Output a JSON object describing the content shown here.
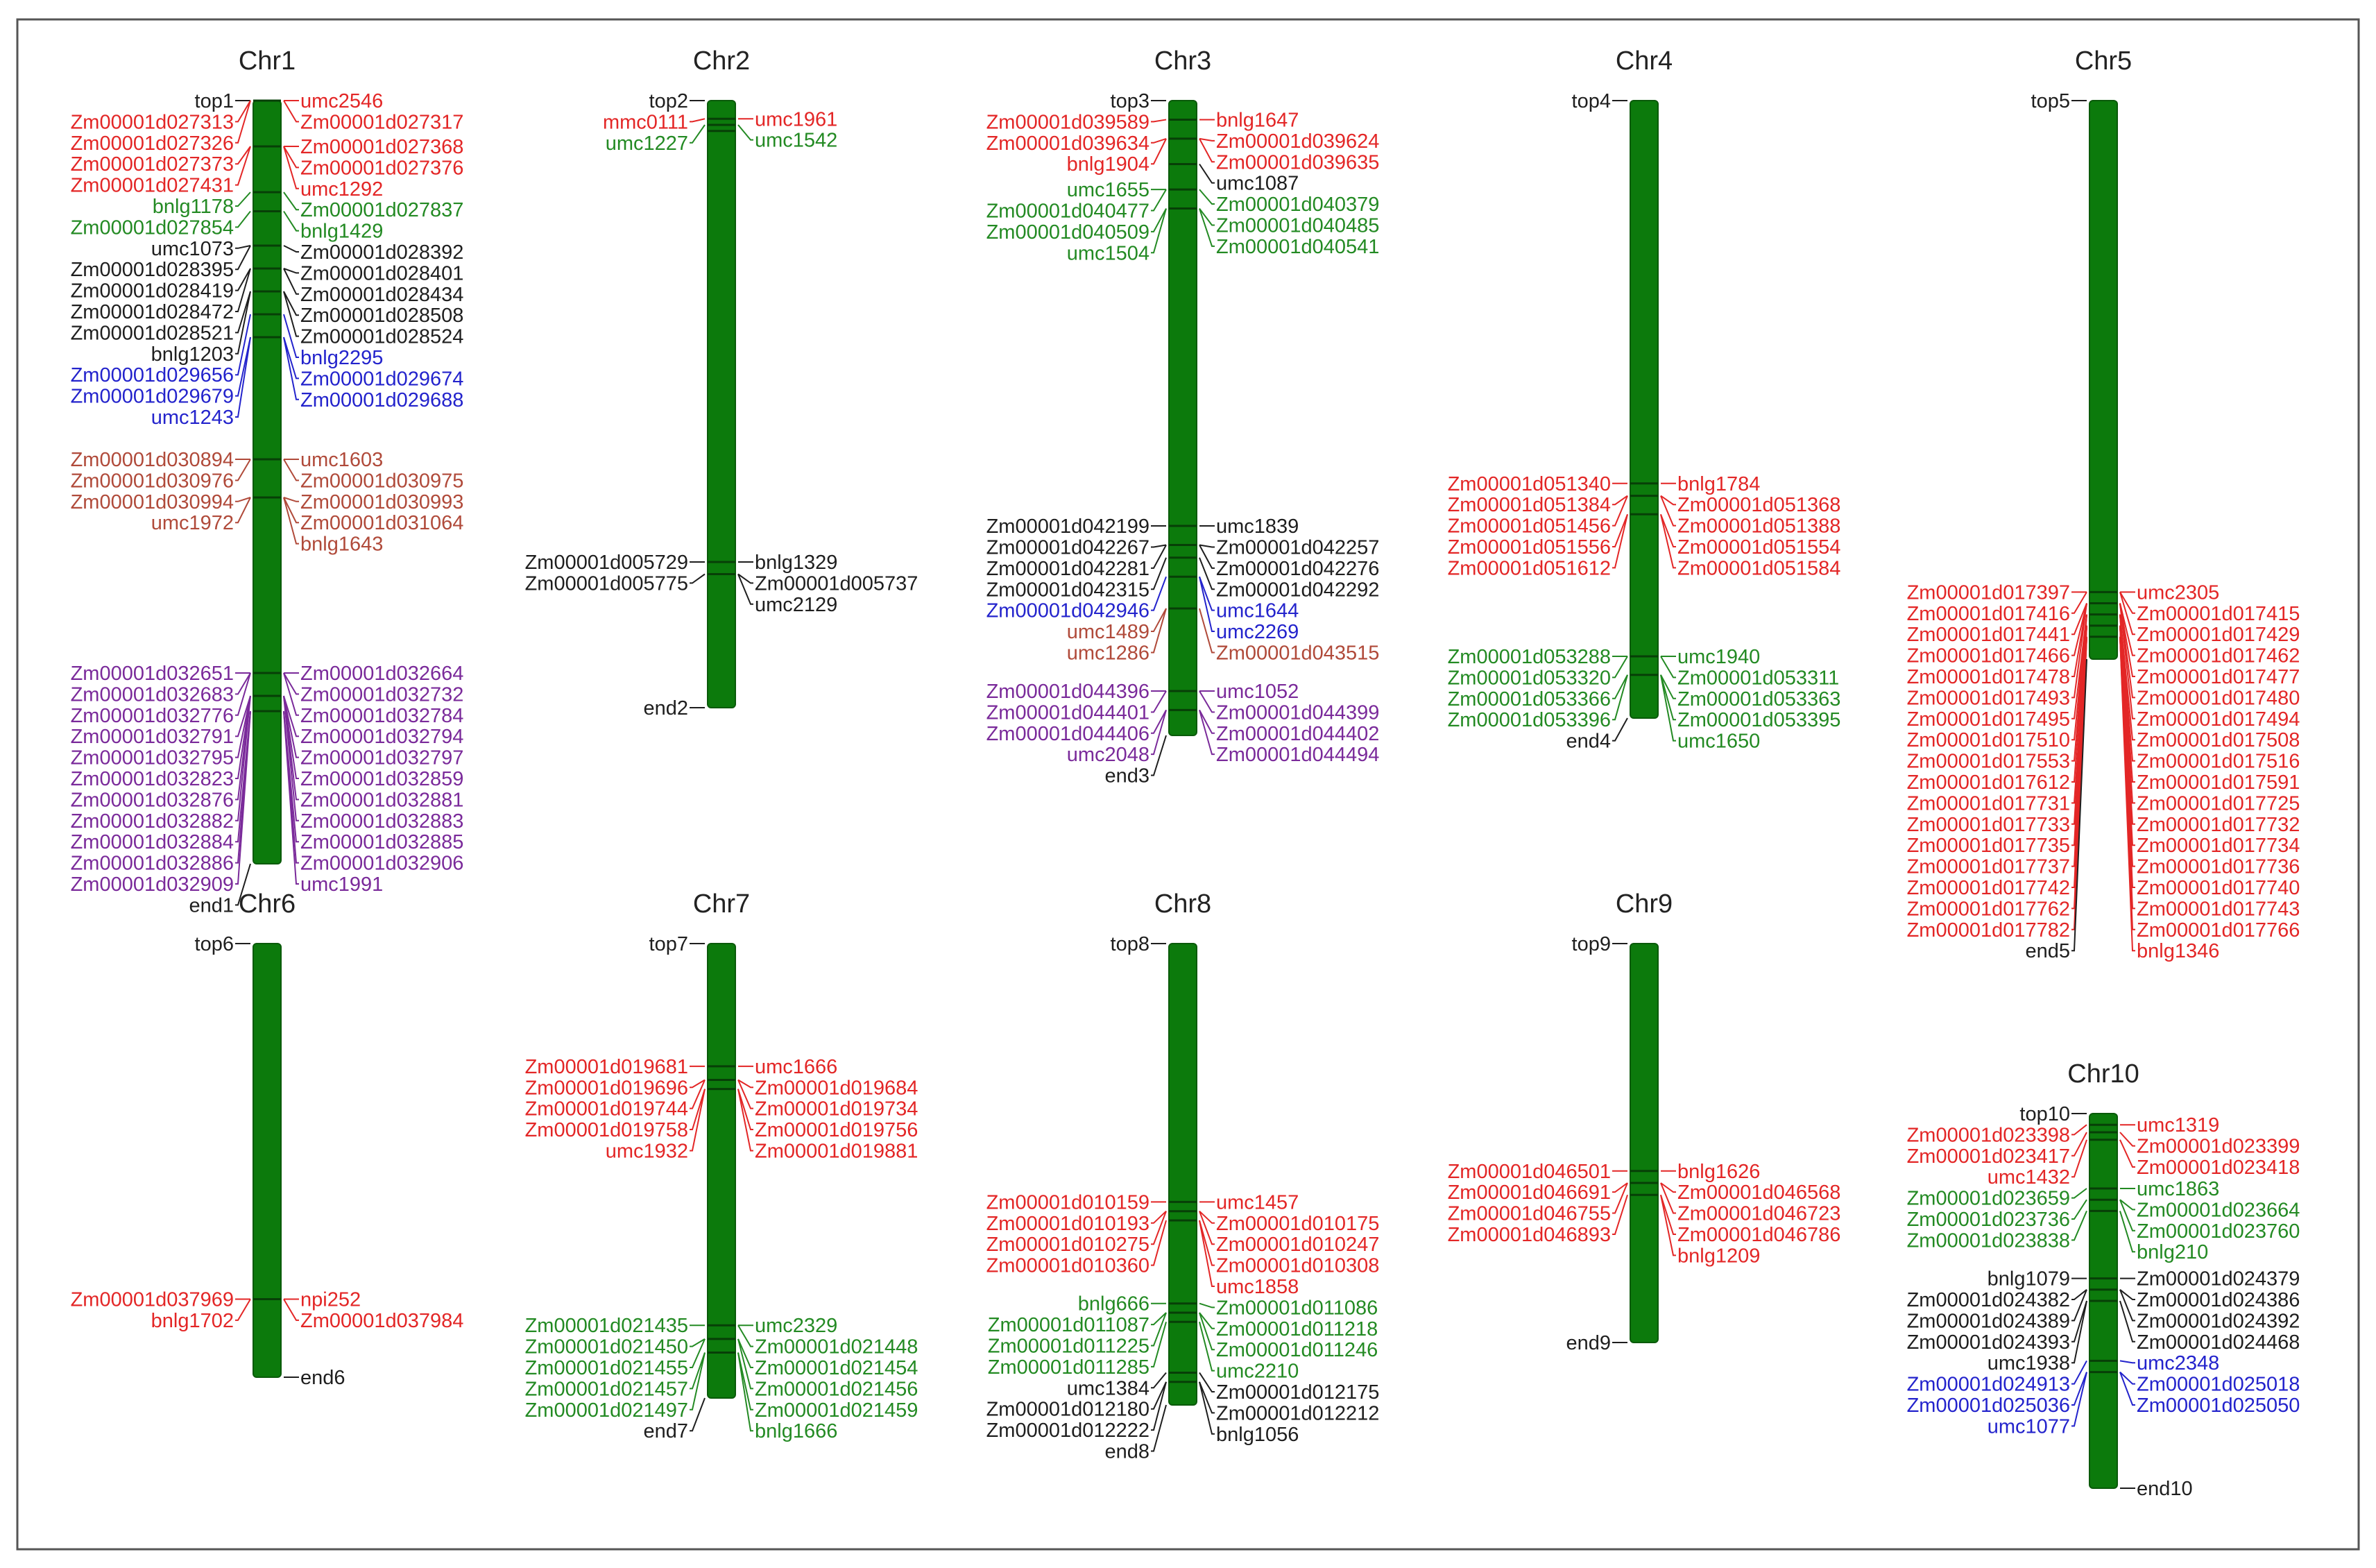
{
  "colors": {
    "chromosome": "#0c7a0c",
    "band": "#073f07",
    "groups": {
      "red": "#e32626",
      "green": "#238a23",
      "black": "#1e1e1e",
      "blue": "#2323cc",
      "brown": "#b04a3a",
      "purple": "#7a2a9a"
    }
  },
  "chromosomes": [
    {
      "name": "Chr1",
      "ends": {
        "top": "top1",
        "end": "end1"
      },
      "groups": [
        {
          "color": "red",
          "marks": [
            0.0,
            0.06
          ],
          "left": [
            "Zm00001d027313",
            "Zm00001d027326",
            "Zm00001d027373",
            "Zm00001d027431"
          ],
          "right": [
            "umc2546",
            "Zm00001d027317",
            "Zm00001d027368",
            "Zm00001d027376",
            "umc1292"
          ]
        },
        {
          "color": "green",
          "marks": [
            0.12,
            0.145
          ],
          "left": [
            "bnlg1178",
            "Zm00001d027854"
          ],
          "right": [
            "Zm00001d027837",
            "bnlg1429"
          ]
        },
        {
          "color": "black",
          "marks": [
            0.19,
            0.22,
            0.25
          ],
          "left": [
            "umc1073",
            "Zm00001d028395",
            "Zm00001d028419",
            "Zm00001d028472",
            "Zm00001d028521",
            "bnlg1203"
          ],
          "right": [
            "Zm00001d028392",
            "Zm00001d028401",
            "Zm00001d028434",
            "Zm00001d028508",
            "Zm00001d028524"
          ]
        },
        {
          "color": "blue",
          "marks": [
            0.28,
            0.31
          ],
          "left": [
            "Zm00001d029656",
            "Zm00001d029679",
            "umc1243"
          ],
          "right": [
            "bnlg2295",
            "Zm00001d029674",
            "Zm00001d029688"
          ]
        },
        {
          "color": "brown",
          "marks": [
            0.47,
            0.52
          ],
          "left": [
            "Zm00001d030894",
            "Zm00001d030976",
            "Zm00001d030994",
            "umc1972"
          ],
          "right": [
            "umc1603",
            "Zm00001d030975",
            "Zm00001d030993",
            "Zm00001d031064",
            "bnlg1643"
          ]
        },
        {
          "color": "purple",
          "marks": [
            0.75,
            0.78,
            0.8
          ],
          "left": [
            "Zm00001d032651",
            "Zm00001d032683",
            "Zm00001d032776",
            "Zm00001d032791",
            "Zm00001d032795",
            "Zm00001d032823",
            "Zm00001d032876",
            "Zm00001d032882",
            "Zm00001d032884",
            "Zm00001d032886",
            "Zm00001d032909"
          ],
          "right": [
            "Zm00001d032664",
            "Zm00001d032732",
            "Zm00001d032784",
            "Zm00001d032794",
            "Zm00001d032797",
            "Zm00001d032859",
            "Zm00001d032881",
            "Zm00001d032883",
            "Zm00001d032885",
            "Zm00001d032906",
            "umc1991"
          ]
        }
      ]
    },
    {
      "name": "Chr2",
      "ends": {
        "top": "top2",
        "end": "end2"
      },
      "groups": [
        {
          "color": "red",
          "marks": [
            0.03,
            0.05
          ],
          "left": [
            "mmc0111"
          ],
          "right": [
            "umc1961"
          ]
        },
        {
          "color": "green",
          "marks": [
            0.04
          ],
          "left": [
            "umc1227"
          ],
          "right": [
            "umc1542"
          ]
        },
        {
          "color": "black",
          "marks": [
            0.76,
            0.78
          ],
          "left": [
            "Zm00001d005729",
            "Zm00001d005775"
          ],
          "right": [
            "bnlg1329",
            "Zm00001d005737",
            "umc2129"
          ]
        }
      ]
    },
    {
      "name": "Chr3",
      "ends": {
        "top": "top3",
        "end": "end3"
      },
      "groups": [
        {
          "color": "red",
          "marks": [
            0.03,
            0.06
          ],
          "left": [
            "Zm00001d039589",
            "Zm00001d039634",
            "bnlg1904"
          ],
          "right": [
            "bnlg1647",
            "Zm00001d039624",
            "Zm00001d039635"
          ]
        },
        {
          "color": "black",
          "marks": [
            0.1
          ],
          "left": [],
          "right": [
            "umc1087"
          ]
        },
        {
          "color": "green",
          "marks": [
            0.14,
            0.17
          ],
          "left": [
            "umc1655",
            "Zm00001d040477",
            "Zm00001d040509",
            "umc1504"
          ],
          "right": [
            "Zm00001d040379",
            "Zm00001d040485",
            "Zm00001d040541"
          ]
        },
        {
          "color": "black",
          "marks": [
            0.67,
            0.7,
            0.72
          ],
          "left": [
            "Zm00001d042199",
            "Zm00001d042267",
            "Zm00001d042281",
            "Zm00001d042315"
          ],
          "right": [
            "umc1839",
            "Zm00001d042257",
            "Zm00001d042276",
            "Zm00001d042292"
          ]
        },
        {
          "color": "blue",
          "marks": [
            0.75
          ],
          "left": [
            "Zm00001d042946"
          ],
          "right": [
            "umc1644",
            "umc2269"
          ]
        },
        {
          "color": "brown",
          "marks": [
            0.8
          ],
          "left": [
            "umc1489",
            "umc1286"
          ],
          "right": [
            "Zm00001d043515"
          ]
        },
        {
          "color": "purple",
          "marks": [
            0.93,
            0.96
          ],
          "left": [
            "Zm00001d044396",
            "Zm00001d044401",
            "Zm00001d044406",
            "umc2048"
          ],
          "right": [
            "umc1052",
            "Zm00001d044399",
            "Zm00001d044402",
            "Zm00001d044494"
          ]
        }
      ]
    },
    {
      "name": "Chr4",
      "ends": {
        "top": "top4",
        "end": "end4"
      },
      "groups": [
        {
          "color": "red",
          "marks": [
            0.62,
            0.64,
            0.67
          ],
          "left": [
            "Zm00001d051340",
            "Zm00001d051384",
            "Zm00001d051456",
            "Zm00001d051556",
            "Zm00001d051612"
          ],
          "right": [
            "bnlg1784",
            "Zm00001d051368",
            "Zm00001d051388",
            "Zm00001d051554",
            "Zm00001d051584"
          ]
        },
        {
          "color": "green",
          "marks": [
            0.9,
            0.93
          ],
          "left": [
            "Zm00001d053288",
            "Zm00001d053320",
            "Zm00001d053366",
            "Zm00001d053396"
          ],
          "right": [
            "umc1940",
            "Zm00001d053311",
            "Zm00001d053363",
            "Zm00001d053395",
            "umc1650"
          ]
        }
      ]
    },
    {
      "name": "Chr5",
      "ends": {
        "top": "top5",
        "end": "end5"
      },
      "groups": [
        {
          "color": "red",
          "marks": [
            0.88,
            0.9,
            0.92,
            0.94,
            0.96
          ],
          "left": [
            "Zm00001d017397",
            "Zm00001d017416",
            "Zm00001d017441",
            "Zm00001d017466",
            "Zm00001d017478",
            "Zm00001d017493",
            "Zm00001d017495",
            "Zm00001d017510",
            "Zm00001d017553",
            "Zm00001d017612",
            "Zm00001d017731",
            "Zm00001d017733",
            "Zm00001d017735",
            "Zm00001d017737",
            "Zm00001d017742",
            "Zm00001d017762",
            "Zm00001d017782"
          ],
          "right": [
            "umc2305",
            "Zm00001d017415",
            "Zm00001d017429",
            "Zm00001d017462",
            "Zm00001d017477",
            "Zm00001d017480",
            "Zm00001d017494",
            "Zm00001d017508",
            "Zm00001d017516",
            "Zm00001d017591",
            "Zm00001d017725",
            "Zm00001d017732",
            "Zm00001d017734",
            "Zm00001d017736",
            "Zm00001d017740",
            "Zm00001d017743",
            "Zm00001d017766",
            "bnlg1346"
          ]
        }
      ]
    },
    {
      "name": "Chr6",
      "ends": {
        "top": "top6",
        "end": "end6"
      },
      "groups": [
        {
          "color": "red",
          "marks": [
            0.82
          ],
          "left": [
            "Zm00001d037969",
            "bnlg1702"
          ],
          "right": [
            "npi252",
            "Zm00001d037984"
          ]
        }
      ]
    },
    {
      "name": "Chr7",
      "ends": {
        "top": "top7",
        "end": "end7"
      },
      "groups": [
        {
          "color": "red",
          "marks": [
            0.27,
            0.3,
            0.32
          ],
          "left": [
            "Zm00001d019681",
            "Zm00001d019696",
            "Zm00001d019744",
            "Zm00001d019758",
            "umc1932"
          ],
          "right": [
            "umc1666",
            "Zm00001d019684",
            "Zm00001d019734",
            "Zm00001d019756",
            "Zm00001d019881"
          ]
        },
        {
          "color": "green",
          "marks": [
            0.84,
            0.87,
            0.9
          ],
          "left": [
            "Zm00001d021435",
            "Zm00001d021450",
            "Zm00001d021455",
            "Zm00001d021457",
            "Zm00001d021497"
          ],
          "right": [
            "umc2329",
            "Zm00001d021448",
            "Zm00001d021454",
            "Zm00001d021456",
            "Zm00001d021459",
            "bnlg1666"
          ]
        }
      ]
    },
    {
      "name": "Chr8",
      "ends": {
        "top": "top8",
        "end": "end8"
      },
      "groups": [
        {
          "color": "red",
          "marks": [
            0.56,
            0.58,
            0.6
          ],
          "left": [
            "Zm00001d010159",
            "Zm00001d010193",
            "Zm00001d010275",
            "Zm00001d010360"
          ],
          "right": [
            "umc1457",
            "Zm00001d010175",
            "Zm00001d010247",
            "Zm00001d010308",
            "umc1858"
          ]
        },
        {
          "color": "green",
          "marks": [
            0.78,
            0.8,
            0.82
          ],
          "left": [
            "bnlg666",
            "Zm00001d011087",
            "Zm00001d011225",
            "Zm00001d011285"
          ],
          "right": [
            "Zm00001d011086",
            "Zm00001d011218",
            "Zm00001d011246",
            "umc2210"
          ]
        },
        {
          "color": "black",
          "marks": [
            0.93,
            0.95
          ],
          "left": [
            "umc1384",
            "Zm00001d012180",
            "Zm00001d012222"
          ],
          "right": [
            "Zm00001d012175",
            "Zm00001d012212",
            "bnlg1056"
          ]
        }
      ]
    },
    {
      "name": "Chr9",
      "ends": {
        "top": "top9",
        "end": "end9"
      },
      "groups": [
        {
          "color": "red",
          "marks": [
            0.57,
            0.6,
            0.63
          ],
          "left": [
            "Zm00001d046501",
            "Zm00001d046691",
            "Zm00001d046755",
            "Zm00001d046893"
          ],
          "right": [
            "bnlg1626",
            "Zm00001d046568",
            "Zm00001d046723",
            "Zm00001d046786",
            "bnlg1209"
          ]
        }
      ]
    },
    {
      "name": "Chr10",
      "ends": {
        "top": "top10",
        "end": "end10"
      },
      "groups": [
        {
          "color": "red",
          "marks": [
            0.03,
            0.05,
            0.07
          ],
          "left": [
            "Zm00001d023398",
            "Zm00001d023417",
            "umc1432"
          ],
          "right": [
            "umc1319",
            "Zm00001d023399",
            "Zm00001d023418"
          ]
        },
        {
          "color": "green",
          "marks": [
            0.2,
            0.23,
            0.26
          ],
          "left": [
            "Zm00001d023659",
            "Zm00001d023736",
            "Zm00001d023838"
          ],
          "right": [
            "umc1863",
            "Zm00001d023664",
            "Zm00001d023760",
            "bnlg210"
          ]
        },
        {
          "color": "black",
          "marks": [
            0.44,
            0.47,
            0.5
          ],
          "left": [
            "bnlg1079",
            "Zm00001d024382",
            "Zm00001d024389",
            "Zm00001d024393",
            "umc1938"
          ],
          "right": [
            "Zm00001d024379",
            "Zm00001d024386",
            "Zm00001d024392",
            "Zm00001d024468"
          ]
        },
        {
          "color": "blue",
          "marks": [
            0.66,
            0.69
          ],
          "left": [
            "Zm00001d024913",
            "Zm00001d025036",
            "umc1077"
          ],
          "right": [
            "umc2348",
            "Zm00001d025018",
            "Zm00001d025050"
          ]
        }
      ]
    }
  ]
}
